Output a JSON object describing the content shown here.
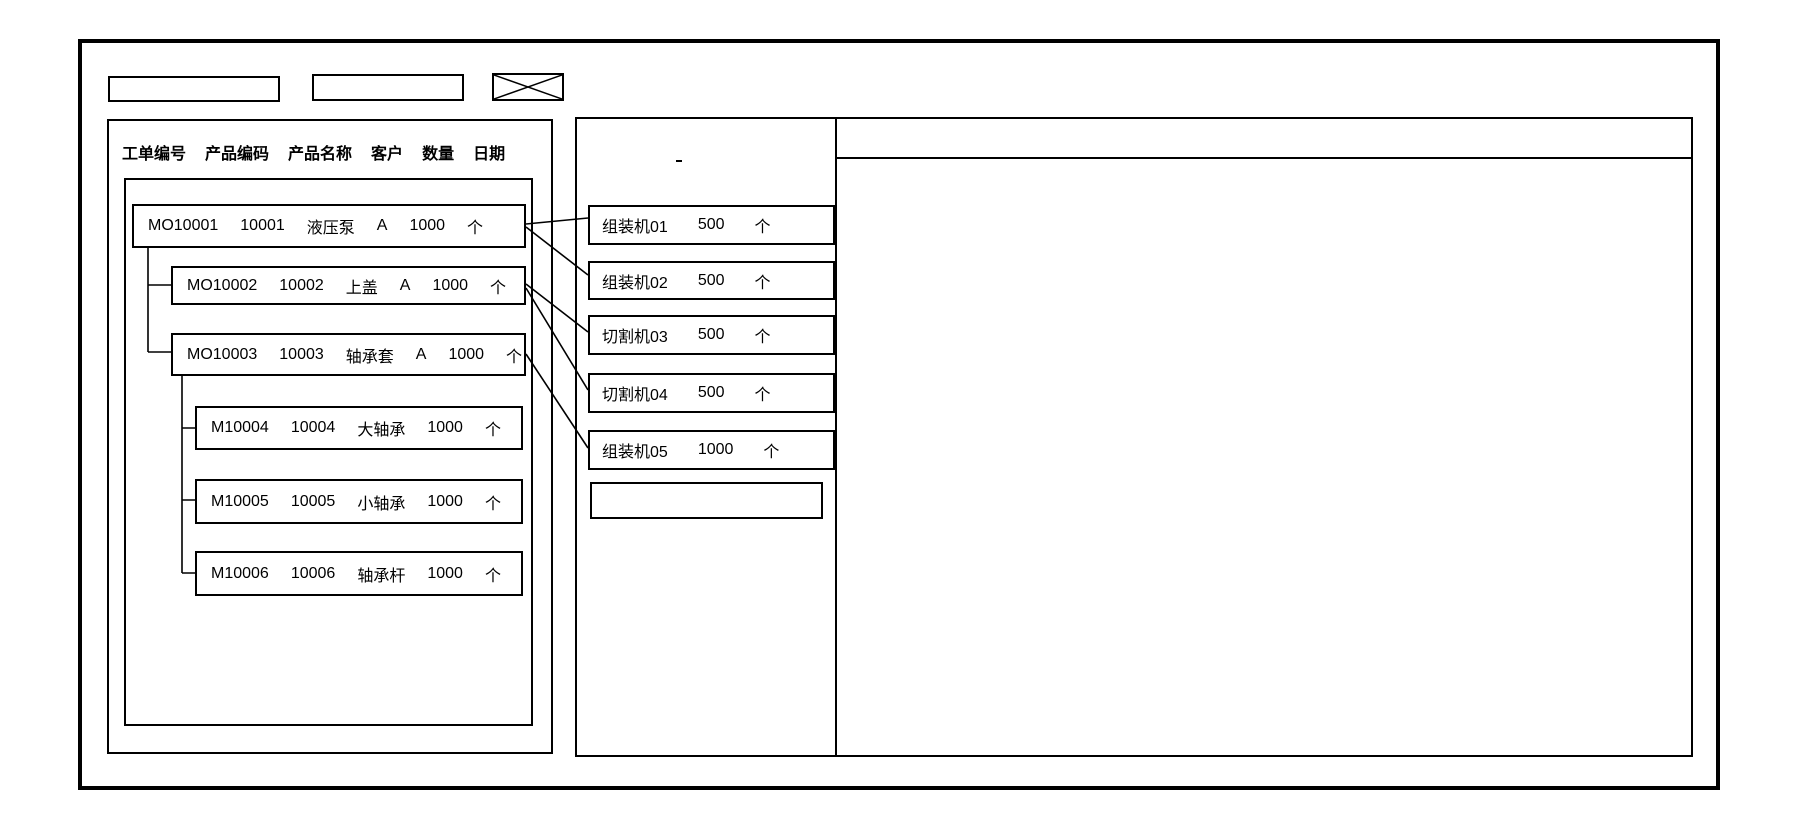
{
  "toolbar": {
    "field1_value": "",
    "field2_value": "",
    "close_icon": "close"
  },
  "left_panel": {
    "columns": {
      "order_no": "工单编号",
      "product_code": "产品编码",
      "product_name": "产品名称",
      "customer": "客户",
      "quantity": "数量",
      "date": "日期"
    },
    "work_orders": [
      {
        "id": "MO10001",
        "code": "10001",
        "name": "液压泵",
        "customer": "A",
        "qty": "1000",
        "unit": "个"
      },
      {
        "id": "MO10002",
        "code": "10002",
        "name": "上盖",
        "customer": "A",
        "qty": "1000",
        "unit": "个"
      },
      {
        "id": "MO10003",
        "code": "10003",
        "name": "轴承套",
        "customer": "A",
        "qty": "1000",
        "unit": "个"
      },
      {
        "id": "M10004",
        "code": "10004",
        "name": "大轴承",
        "customer": "",
        "qty": "1000",
        "unit": "个"
      },
      {
        "id": "M10005",
        "code": "10005",
        "name": "小轴承",
        "customer": "",
        "qty": "1000",
        "unit": "个"
      },
      {
        "id": "M10006",
        "code": "10006",
        "name": "轴承杆",
        "customer": "",
        "qty": "1000",
        "unit": "个"
      }
    ]
  },
  "machine_panel": {
    "mark": "-",
    "machines": [
      {
        "name": "组装机01",
        "qty": "500",
        "unit": "个"
      },
      {
        "name": "组装机02",
        "qty": "500",
        "unit": "个"
      },
      {
        "name": "切割机03",
        "qty": "500",
        "unit": "个"
      },
      {
        "name": "切割机04",
        "qty": "500",
        "unit": "个"
      },
      {
        "name": "组装机05",
        "qty": "1000",
        "unit": "个"
      }
    ],
    "empty_slot_value": ""
  },
  "right_panel": {
    "content": ""
  },
  "colors": {
    "line": "#000000",
    "background": "#ffffff"
  }
}
